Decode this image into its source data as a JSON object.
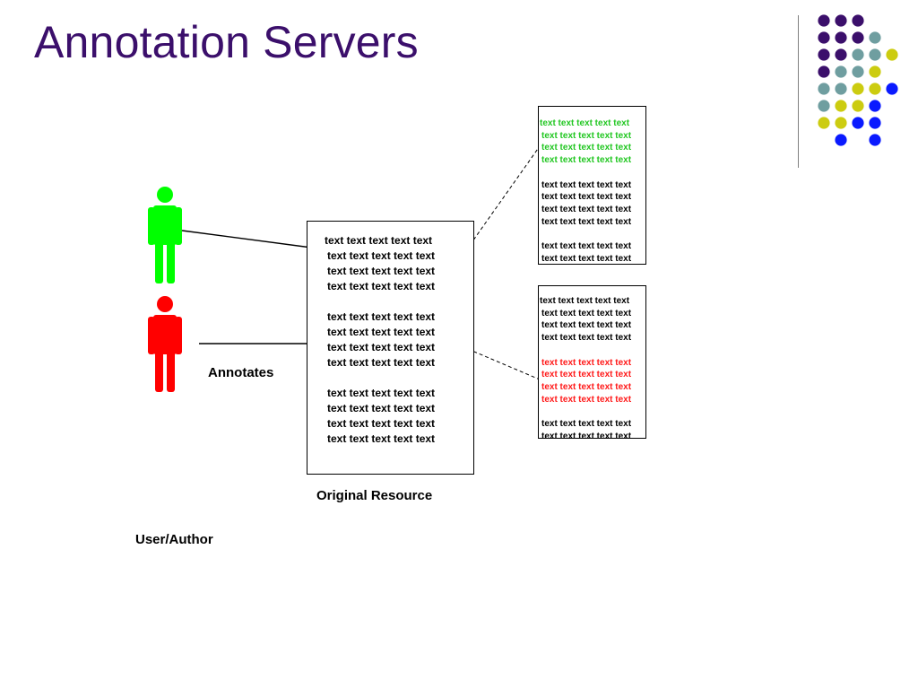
{
  "slide": {
    "title": "Annotation Servers"
  },
  "labels": {
    "annotates": "Annotates",
    "original_resource": "Original Resource",
    "user_author": "User/Author"
  },
  "original_resource_text": {
    "group1": [
      "text text text text text",
      "text text text text text",
      "text text text text text",
      "text text text text text"
    ],
    "group2": [
      "text text text text text",
      "text text text text text",
      "text text text text text",
      "text text text text text"
    ],
    "group3": [
      "text text text text text",
      "text text text text text",
      "text text text text text",
      "text text text text text"
    ]
  },
  "server_top_text": {
    "annotated": [
      "text text text text text",
      "text text text text text",
      "text text text text text",
      "text text text text text"
    ],
    "group2": [
      "text text text text text",
      "text text text text text",
      "text text text text text",
      "text text text text text"
    ],
    "group3": [
      "text text text text text",
      "text text text text text"
    ]
  },
  "server_bottom_text": {
    "group1": [
      "text text text text text",
      "text text text text text",
      "text text text text text",
      "text text text text text"
    ],
    "annotated": [
      "text text text text text",
      "text text text text text",
      "text text text text text",
      "text text text text text"
    ],
    "group3": [
      "text text text text text",
      "text text text text text"
    ]
  },
  "colors": {
    "title": "#3b0f6b",
    "user_green": "#00ff00",
    "user_red": "#ff0000",
    "annotation_green": "#22c722",
    "annotation_red": "#ff1a1a",
    "dot_purple": "#3b0f6b",
    "dot_teal": "#6f9ea0",
    "dot_yellow": "#cccc10",
    "dot_blue": "#0a1aff"
  }
}
